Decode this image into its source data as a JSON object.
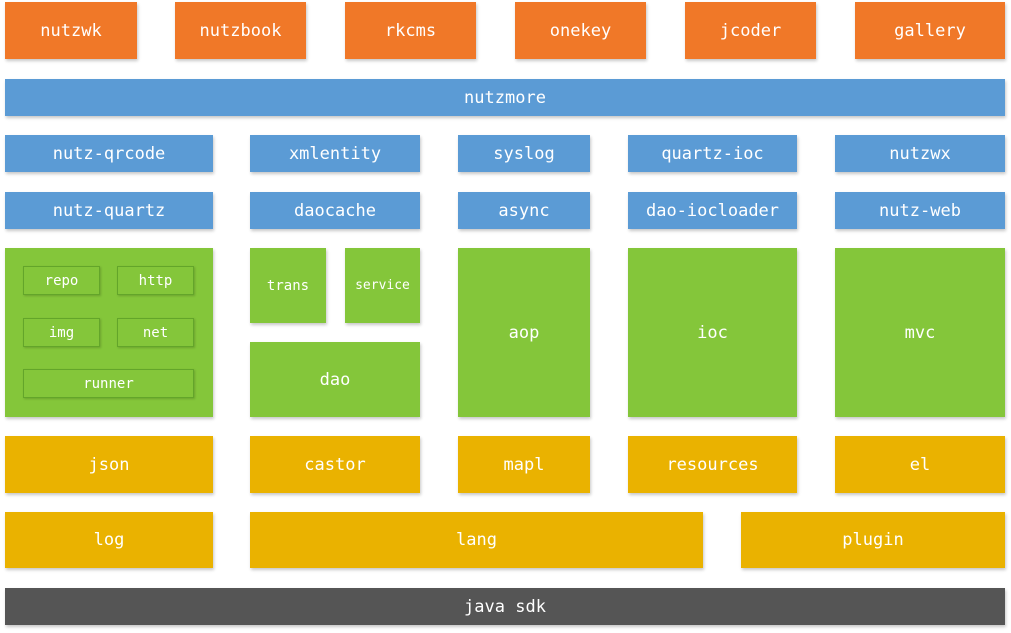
{
  "colors": {
    "apps": "#f07828",
    "plugins": "#5b9bd5",
    "core": "#84c63a",
    "base": "#eab200",
    "platform": "#555555"
  },
  "apps": {
    "nutzwk": "nutzwk",
    "nutzbook": "nutzbook",
    "rkcms": "rkcms",
    "onekey": "onekey",
    "jcoder": "jcoder",
    "gallery": "gallery"
  },
  "nutzmore": "nutzmore",
  "plugins": {
    "nutz_qrcode": "nutz-qrcode",
    "xmlentity": "xmlentity",
    "syslog": "syslog",
    "quartz_ioc": "quartz-ioc",
    "nutzwx": "nutzwx",
    "nutz_quartz": "nutz-quartz",
    "daocache": "daocache",
    "async": "async",
    "dao_iocloader": "dao-iocloader",
    "nutz_web": "nutz-web"
  },
  "core": {
    "repo": "repo",
    "http": "http",
    "img": "img",
    "net": "net",
    "runner": "runner",
    "trans": "trans",
    "service": "service",
    "dao": "dao",
    "aop": "aop",
    "ioc": "ioc",
    "mvc": "mvc"
  },
  "base": {
    "json": "json",
    "castor": "castor",
    "mapl": "mapl",
    "resources": "resources",
    "el": "el",
    "log": "log",
    "lang": "lang",
    "plugin": "plugin"
  },
  "platform": {
    "java_sdk": "java sdk"
  }
}
